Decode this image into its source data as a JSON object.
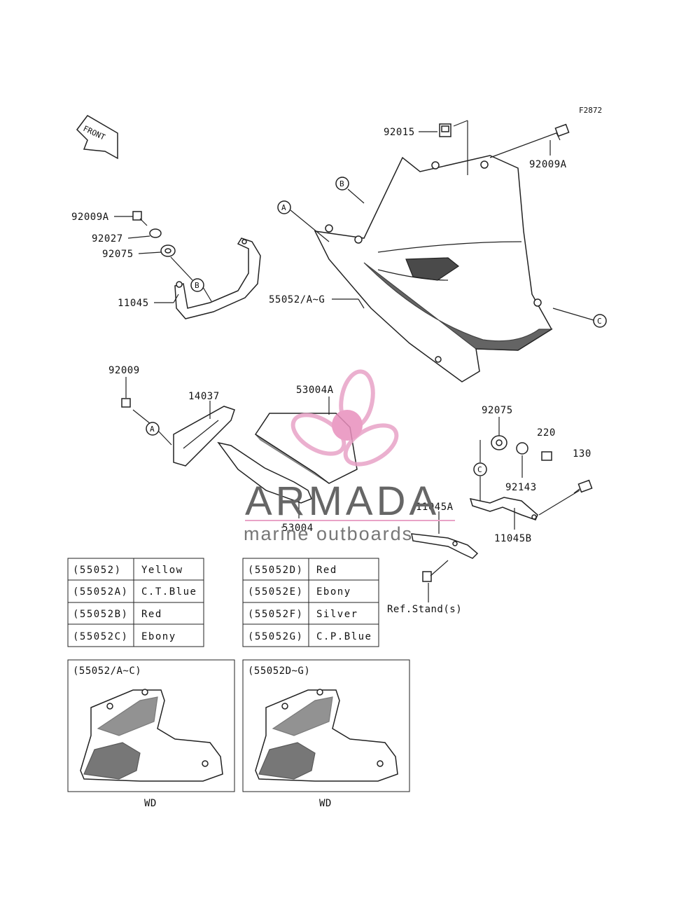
{
  "figure_code": "F2872",
  "front_label": "FRONT",
  "callouts": {
    "p92015": "92015",
    "p92009A_top": "92009A",
    "p92009A_left": "92009A",
    "p92027": "92027",
    "p92075_left": "92075",
    "p11045": "11045",
    "p55052": "55052/A~G",
    "p92009": "92009",
    "p14037": "14037",
    "p53004A": "53004A",
    "p53004": "53004",
    "p92075_right": "92075",
    "p220": "220",
    "p130": "130",
    "p92143": "92143",
    "p11045A": "11045A",
    "p11045B": "11045B",
    "ref_stand": "Ref.Stand(s)"
  },
  "circle_labels": {
    "A": "A",
    "B": "B",
    "C": "C"
  },
  "color_table_left": [
    {
      "code": "(55052)",
      "color": "Yellow"
    },
    {
      "code": "(55052A)",
      "color": "C.T.Blue"
    },
    {
      "code": "(55052B)",
      "color": "Red"
    },
    {
      "code": "(55052C)",
      "color": "Ebony"
    }
  ],
  "color_table_right": [
    {
      "code": "(55052D)",
      "color": "Red"
    },
    {
      "code": "(55052E)",
      "color": "Ebony"
    },
    {
      "code": "(55052F)",
      "color": "Silver"
    },
    {
      "code": "(55052G)",
      "color": "C.P.Blue"
    }
  ],
  "inset_left": {
    "title": "(55052/A~C)",
    "caption": "WD"
  },
  "inset_right": {
    "title": "(55052D~G)",
    "caption": "WD"
  },
  "watermark": {
    "brand": "ARMADA",
    "tagline": "marine outboards",
    "colors": {
      "logo": "#e8a3c7",
      "logo_center": "#e88fbd",
      "text": "#666666"
    }
  }
}
